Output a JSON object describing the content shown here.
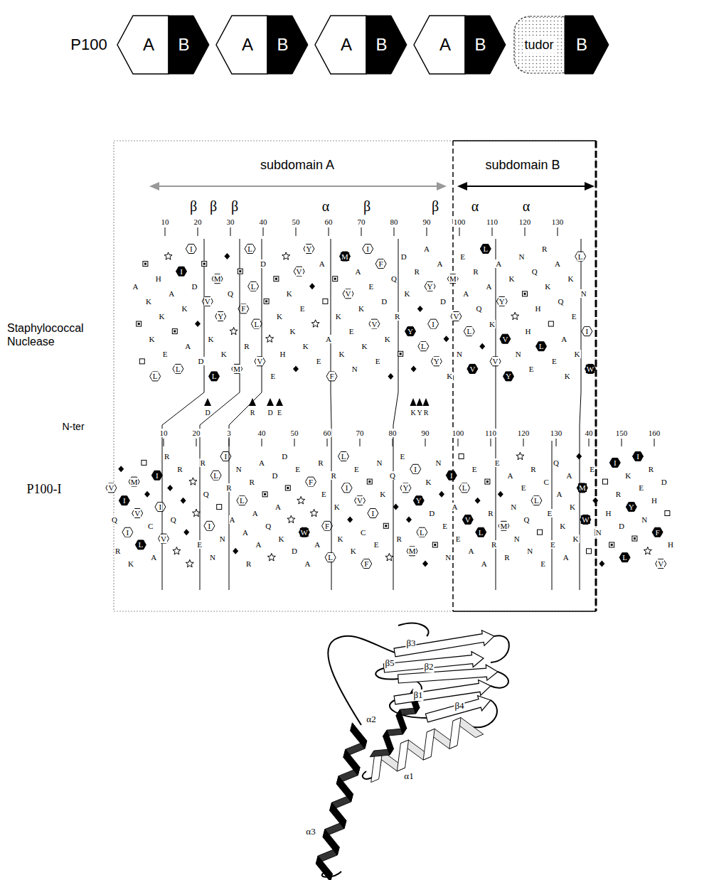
{
  "diagram": {
    "nodes": [
      {
        "text": [
          "A"
        ]
      },
      {
        "text": [
          "B"
        ]
      },
      {
        "text": [
          "A"
        ]
      },
      {
        "text": [
          "B"
        ]
      },
      {
        "text": [
          "A"
        ]
      },
      {
        "text": [
          "B"
        ]
      },
      {
        "text": [
          "A"
        ]
      },
      {
        "text": [
          "B"
        ]
      },
      {
        "text": [
          "tudor"
        ]
      },
      {
        "text": [
          "B"
        ]
      }
    ],
    "labels": [
      "P100",
      "subdomain A",
      "subdomain B",
      "β",
      "β",
      "β",
      "α",
      "β",
      "β",
      "α",
      "α",
      "10",
      "20",
      "30",
      "40",
      "50",
      "60",
      "70",
      "80",
      "90",
      "100",
      "110",
      "120",
      "130",
      "Staphylococcal Nuclease",
      "D",
      "R",
      "D",
      "E",
      "K",
      "Y",
      "R",
      "N-ter",
      "P100-I",
      "10",
      "20",
      "3",
      "40",
      "50",
      "60",
      "70",
      "80",
      "90",
      "100",
      "110",
      "120",
      "130",
      "40",
      "150",
      "160",
      "β3",
      "β5",
      "β2",
      "β1",
      "β4",
      "α2",
      "α1",
      "α3",
      "A",
      "K",
      "K",
      "L",
      "H",
      "K",
      "E",
      "A",
      "L",
      "I",
      "K",
      "A",
      "I",
      "D",
      "D",
      "V",
      "K",
      "L",
      "M",
      "Y",
      "K",
      "Q",
      "M",
      "F",
      "R",
      "L",
      "L",
      "L",
      "V",
      "D",
      "E",
      "K",
      "H",
      "K",
      "K",
      "V",
      "E",
      "K",
      "Y",
      "E",
      "A",
      "A",
      "F",
      "K",
      "K",
      "M",
      "V",
      "E",
      "N",
      "A",
      "K",
      "K",
      "I",
      "E",
      "V",
      "E",
      "F",
      "D",
      "K",
      "Q",
      "R",
      "D",
      "K",
      "Y",
      "R",
      "L",
      "A",
      "Y",
      "I",
      "Y",
      "A",
      "D",
      "K",
      "M",
      "V",
      "N",
      "E",
      "A",
      "L",
      "V",
      "R",
      "Q",
      "L",
      "A",
      "K",
      "V",
      "A",
      "Y",
      "V",
      "Y",
      "K",
      "N",
      "N",
      "H",
      "E",
      "Q",
      "H",
      "L",
      "R",
      "K",
      "E",
      "A",
      "Q",
      "A",
      "K",
      "K",
      "E",
      "K",
      "L",
      "N",
      "I",
      "W",
      "V",
      "Q",
      "R",
      "I",
      "I",
      "K",
      "M",
      "V",
      "L",
      "C",
      "A",
      "I",
      "I",
      "V",
      "R",
      "Q",
      "R",
      "E",
      "R",
      "Q",
      "I",
      "N",
      "L",
      "N",
      "I",
      "R",
      "A",
      "N",
      "L",
      "A",
      "R",
      "R",
      "A",
      "A",
      "A",
      "Q",
      "D",
      "A",
      "K",
      "D",
      "D",
      "E",
      "W",
      "A",
      "F",
      "A",
      "R",
      "E",
      "F",
      "L",
      "R",
      "K",
      "K",
      "L",
      "I",
      "K",
      "E",
      "V",
      "C",
      "F",
      "I",
      "E",
      "N",
      "K",
      "Q",
      "R",
      "E",
      "Y",
      "M",
      "I",
      "Y",
      "L",
      "K",
      "D",
      "N",
      "E",
      "N",
      "I",
      "A",
      "E",
      "L",
      "V",
      "A",
      "E",
      "L",
      "A",
      "R",
      "R",
      "E",
      "M",
      "R",
      "A",
      "N",
      "N",
      "E",
      "Q",
      "N",
      "R",
      "L",
      "E",
      "C",
      "E",
      "E",
      "Q",
      "A",
      "K",
      "A",
      "A",
      "K",
      "K",
      "M",
      "W",
      "E",
      "N",
      "H",
      "I",
      "R",
      "D",
      "L",
      "K",
      "Y",
      "I",
      "E",
      "N",
      "R",
      "H",
      "F",
      "V",
      "D",
      "H"
    ]
  }
}
